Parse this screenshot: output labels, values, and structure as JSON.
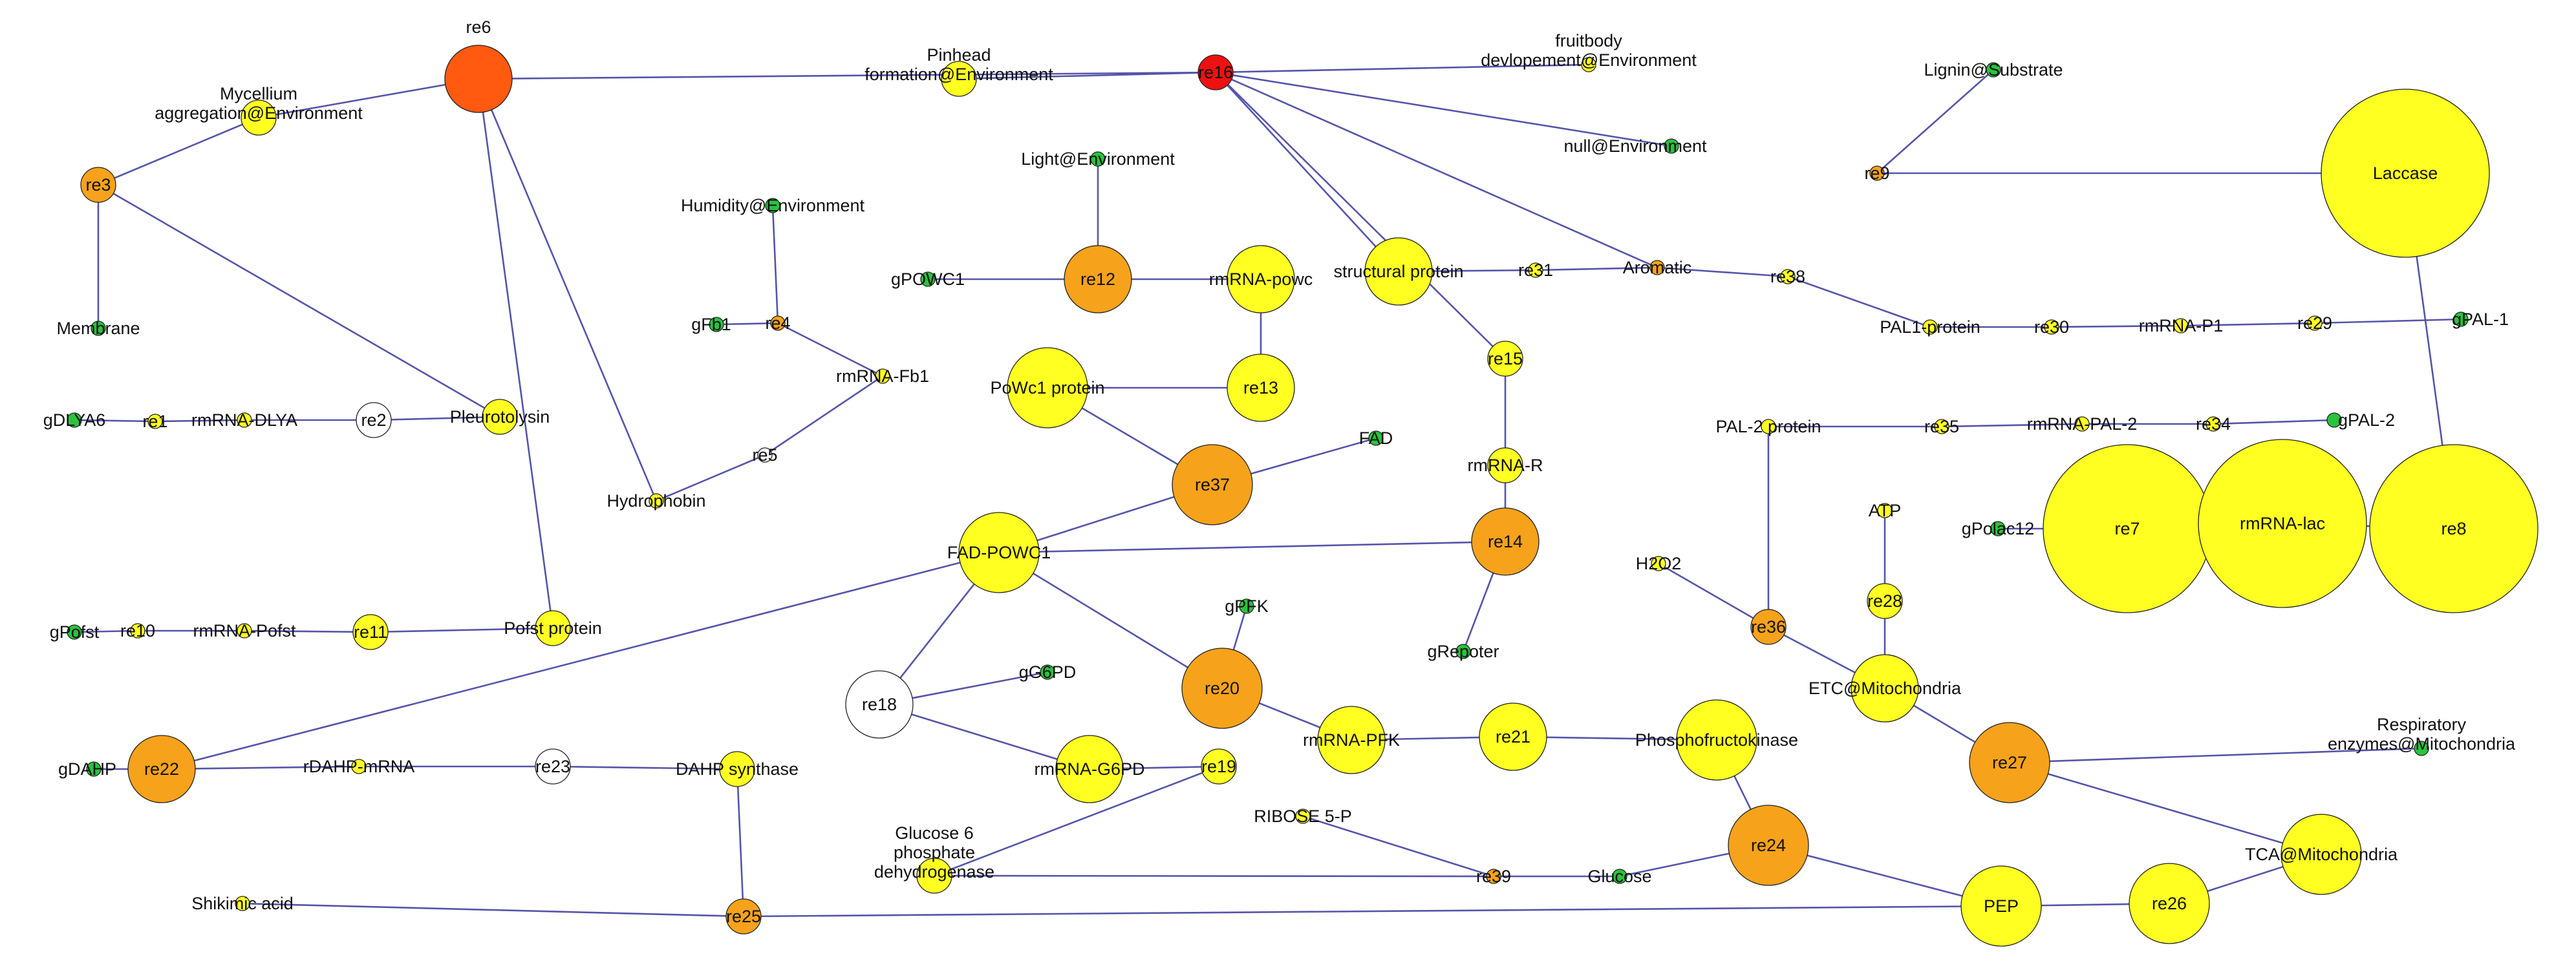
{
  "colors": {
    "edge": "#5555aa",
    "red": "#ee1111",
    "red_orange": "#ff5a10",
    "orange": "#f7a21b",
    "yellow": "#ffff22",
    "green": "#29c33c",
    "white": "#ffffff"
  },
  "nodes": [
    {
      "id": "re6",
      "label": "re6",
      "color": "red_orange",
      "size": "medium"
    },
    {
      "id": "re16",
      "label": "re16",
      "color": "red",
      "size": "small"
    },
    {
      "id": "re3",
      "label": "re3",
      "color": "orange",
      "size": "small"
    },
    {
      "id": "mycelium",
      "label": "Mycellium\naggregation@Environment",
      "color": "yellow",
      "size": "small"
    },
    {
      "id": "pinhead",
      "label": "Pinhead\nformation@Environment",
      "color": "yellow",
      "size": "small"
    },
    {
      "id": "fruitbody",
      "label": "fruitbody\ndevlopement@Environment",
      "color": "yellow",
      "size": "tiny"
    },
    {
      "id": "null_env",
      "label": "null@Environment",
      "color": "green",
      "size": "tiny"
    },
    {
      "id": "lignin",
      "label": "Lignin@Substrate",
      "color": "green",
      "size": "tiny"
    },
    {
      "id": "re9",
      "label": "re9",
      "color": "orange",
      "size": "tiny"
    },
    {
      "id": "laccase",
      "label": "Laccase",
      "color": "yellow",
      "size": "huge"
    },
    {
      "id": "membrane",
      "label": "Membrane",
      "color": "green",
      "size": "tiny"
    },
    {
      "id": "light",
      "label": "Light@Environment",
      "color": "green",
      "size": "tiny"
    },
    {
      "id": "humidity",
      "label": "Humidity@Environment",
      "color": "green",
      "size": "tiny"
    },
    {
      "id": "gpowc1",
      "label": "gPOWC1",
      "color": "green",
      "size": "tiny"
    },
    {
      "id": "re12",
      "label": "re12",
      "color": "orange",
      "size": "medium"
    },
    {
      "id": "rmrna_powc",
      "label": "rmRNA-powc",
      "color": "yellow",
      "size": "medium"
    },
    {
      "id": "structural",
      "label": "structural protein",
      "color": "yellow",
      "size": "medium"
    },
    {
      "id": "re31",
      "label": "re31",
      "color": "yellow",
      "size": "tiny"
    },
    {
      "id": "aromatic",
      "label": "Aromatic",
      "color": "orange",
      "size": "tiny"
    },
    {
      "id": "re38",
      "label": "re38",
      "color": "yellow",
      "size": "tiny"
    },
    {
      "id": "pal1",
      "label": "PAL1-protein",
      "color": "yellow",
      "size": "tiny"
    },
    {
      "id": "re30",
      "label": "re30",
      "color": "yellow",
      "size": "tiny"
    },
    {
      "id": "rmrna_p1",
      "label": "rmRNA-P1",
      "color": "yellow",
      "size": "tiny"
    },
    {
      "id": "re29",
      "label": "re29",
      "color": "yellow",
      "size": "tiny"
    },
    {
      "id": "gpal1",
      "label": "gPAL-1",
      "color": "green",
      "size": "tiny"
    },
    {
      "id": "gfb1",
      "label": "gFb1",
      "color": "green",
      "size": "tiny"
    },
    {
      "id": "re4",
      "label": "re4",
      "color": "orange",
      "size": "tiny"
    },
    {
      "id": "rmrna_fb1",
      "label": "rmRNA-Fb1",
      "color": "yellow",
      "size": "tiny"
    },
    {
      "id": "re5",
      "label": "re5",
      "color": "white",
      "size": "tiny"
    },
    {
      "id": "hydrophobin",
      "label": "Hydrophobin",
      "color": "yellow",
      "size": "tiny"
    },
    {
      "id": "gdlya6",
      "label": "gDLYA6",
      "color": "green",
      "size": "tiny"
    },
    {
      "id": "re1",
      "label": "re1",
      "color": "yellow",
      "size": "tiny"
    },
    {
      "id": "rmrna_dlya",
      "label": "rmRNA-DLYA",
      "color": "yellow",
      "size": "tiny"
    },
    {
      "id": "re2",
      "label": "re2",
      "color": "white",
      "size": "small"
    },
    {
      "id": "pleurotolysin",
      "label": "Pleurotolysin",
      "color": "yellow",
      "size": "small"
    },
    {
      "id": "powc1_protein",
      "label": "PoWc1 protein",
      "color": "yellow",
      "size": "large"
    },
    {
      "id": "re13",
      "label": "re13",
      "color": "yellow",
      "size": "medium"
    },
    {
      "id": "re15",
      "label": "re15",
      "color": "yellow",
      "size": "small"
    },
    {
      "id": "rmrna_r",
      "label": "rmRNA-R",
      "color": "yellow",
      "size": "small"
    },
    {
      "id": "re37",
      "label": "re37",
      "color": "orange",
      "size": "large"
    },
    {
      "id": "fad",
      "label": "FAD",
      "color": "green",
      "size": "tiny"
    },
    {
      "id": "fad_powc1",
      "label": "FAD-POWC1",
      "color": "yellow",
      "size": "large"
    },
    {
      "id": "re14",
      "label": "re14",
      "color": "orange",
      "size": "medium"
    },
    {
      "id": "pal2",
      "label": "PAL-2 protein",
      "color": "yellow",
      "size": "tiny"
    },
    {
      "id": "re35",
      "label": "re35",
      "color": "yellow",
      "size": "tiny"
    },
    {
      "id": "rmrna_pal2",
      "label": "rmRNA-PAL-2",
      "color": "yellow",
      "size": "tiny"
    },
    {
      "id": "re34",
      "label": "re34",
      "color": "yellow",
      "size": "tiny"
    },
    {
      "id": "gpal2",
      "label": "gPAL-2",
      "color": "green",
      "size": "tiny"
    },
    {
      "id": "gpolac12",
      "label": "gPolac12",
      "color": "green",
      "size": "tiny"
    },
    {
      "id": "re7",
      "label": "re7",
      "color": "yellow",
      "size": "huge"
    },
    {
      "id": "rmrna_lac",
      "label": "rmRNA-lac",
      "color": "yellow",
      "size": "huge"
    },
    {
      "id": "re8",
      "label": "re8",
      "color": "yellow",
      "size": "huge"
    },
    {
      "id": "atp",
      "label": "ATP",
      "color": "yellow",
      "size": "tiny"
    },
    {
      "id": "h2o2",
      "label": "H2O2",
      "color": "yellow",
      "size": "tiny"
    },
    {
      "id": "re28",
      "label": "re28",
      "color": "yellow",
      "size": "small"
    },
    {
      "id": "re36",
      "label": "re36",
      "color": "orange",
      "size": "small"
    },
    {
      "id": "etc",
      "label": "ETC@Mitochondria",
      "color": "yellow",
      "size": "medium"
    },
    {
      "id": "gpofst",
      "label": "gPofst",
      "color": "green",
      "size": "tiny"
    },
    {
      "id": "re10",
      "label": "re10",
      "color": "yellow",
      "size": "tiny"
    },
    {
      "id": "rmrna_pofst",
      "label": "rmRNA-Pofst",
      "color": "yellow",
      "size": "tiny"
    },
    {
      "id": "re11",
      "label": "re11",
      "color": "yellow",
      "size": "small"
    },
    {
      "id": "pofst_protein",
      "label": "Pofst protein",
      "color": "yellow",
      "size": "small"
    },
    {
      "id": "gpfk",
      "label": "gPFK",
      "color": "green",
      "size": "tiny"
    },
    {
      "id": "greporter",
      "label": "gRepoter",
      "color": "green",
      "size": "tiny"
    },
    {
      "id": "g6pd_gene",
      "label": "gG6PD",
      "color": "green",
      "size": "tiny"
    },
    {
      "id": "re18",
      "label": "re18",
      "color": "white",
      "size": "medium"
    },
    {
      "id": "re20",
      "label": "re20",
      "color": "orange",
      "size": "large"
    },
    {
      "id": "rmrna_pfk",
      "label": "rmRNA-PFK",
      "color": "yellow",
      "size": "medium"
    },
    {
      "id": "re21",
      "label": "re21",
      "color": "yellow",
      "size": "medium"
    },
    {
      "id": "pfk",
      "label": "Phosphofructokinase",
      "color": "yellow",
      "size": "large"
    },
    {
      "id": "re27",
      "label": "re27",
      "color": "orange",
      "size": "large"
    },
    {
      "id": "resp_enz",
      "label": "Respiratory\nenzymes@Mitochondria",
      "color": "green",
      "size": "tiny"
    },
    {
      "id": "gdahp",
      "label": "gDAHP",
      "color": "green",
      "size": "tiny"
    },
    {
      "id": "re22",
      "label": "re22",
      "color": "orange",
      "size": "medium"
    },
    {
      "id": "rdahp",
      "label": "rDAHP-mRNA",
      "color": "yellow",
      "size": "tiny"
    },
    {
      "id": "re23",
      "label": "re23",
      "color": "white",
      "size": "small"
    },
    {
      "id": "dahp_synth",
      "label": "DAHP synthase",
      "color": "yellow",
      "size": "small"
    },
    {
      "id": "rmrna_g6pd",
      "label": "rmRNA-G6PD",
      "color": "yellow",
      "size": "medium"
    },
    {
      "id": "re19",
      "label": "re19",
      "color": "yellow",
      "size": "small"
    },
    {
      "id": "ribose",
      "label": "RIBOSE 5-P",
      "color": "yellow",
      "size": "tiny"
    },
    {
      "id": "g6p_dh",
      "label": "Glucose 6\nphosphate\ndehydrogenase",
      "color": "yellow",
      "size": "small"
    },
    {
      "id": "re39",
      "label": "re39",
      "color": "orange",
      "size": "tiny"
    },
    {
      "id": "glucose",
      "label": "Glucose",
      "color": "green",
      "size": "tiny"
    },
    {
      "id": "re24",
      "label": "re24",
      "color": "orange",
      "size": "large"
    },
    {
      "id": "tca",
      "label": "TCA@Mitochondria",
      "color": "yellow",
      "size": "large"
    },
    {
      "id": "shikimic",
      "label": "Shikimic acid",
      "color": "yellow",
      "size": "tiny"
    },
    {
      "id": "re25",
      "label": "re25",
      "color": "orange",
      "size": "small"
    },
    {
      "id": "pep",
      "label": "PEP",
      "color": "yellow",
      "size": "large"
    },
    {
      "id": "re26",
      "label": "re26",
      "color": "yellow",
      "size": "large"
    }
  ],
  "edges": [
    [
      "re6",
      "mycelium"
    ],
    [
      "re6",
      "re16"
    ],
    [
      "re6",
      "hydrophobin"
    ],
    [
      "re6",
      "pofst_protein"
    ],
    [
      "re16",
      "pinhead"
    ],
    [
      "re16",
      "fruitbody"
    ],
    [
      "re16",
      "null_env"
    ],
    [
      "re16",
      "structural"
    ],
    [
      "re16",
      "aromatic"
    ],
    [
      "re16",
      "re15"
    ],
    [
      "re3",
      "mycelium"
    ],
    [
      "re3",
      "membrane"
    ],
    [
      "re3",
      "pleurotolysin"
    ],
    [
      "re9",
      "lignin"
    ],
    [
      "re9",
      "laccase"
    ],
    [
      "laccase",
      "re8"
    ],
    [
      "light",
      "re12"
    ],
    [
      "gpowc1",
      "re12"
    ],
    [
      "re12",
      "rmrna_powc"
    ],
    [
      "rmrna_powc",
      "re13"
    ],
    [
      "powc1_protein",
      "re13"
    ],
    [
      "powc1_protein",
      "re37"
    ],
    [
      "re37",
      "fad"
    ],
    [
      "re37",
      "fad_powc1"
    ],
    [
      "structural",
      "re31"
    ],
    [
      "re31",
      "aromatic"
    ],
    [
      "aromatic",
      "re38"
    ],
    [
      "re38",
      "pal1"
    ],
    [
      "pal1",
      "re30"
    ],
    [
      "re30",
      "rmrna_p1"
    ],
    [
      "rmrna_p1",
      "re29"
    ],
    [
      "re29",
      "gpal1"
    ],
    [
      "re15",
      "rmrna_r"
    ],
    [
      "rmrna_r",
      "re14"
    ],
    [
      "fad_powc1",
      "re14"
    ],
    [
      "re14",
      "greporter"
    ],
    [
      "humidity",
      "re4"
    ],
    [
      "gfb1",
      "re4"
    ],
    [
      "re4",
      "rmrna_fb1"
    ],
    [
      "rmrna_fb1",
      "re5"
    ],
    [
      "re5",
      "hydrophobin"
    ],
    [
      "gdlya6",
      "re1"
    ],
    [
      "re1",
      "rmrna_dlya"
    ],
    [
      "rmrna_dlya",
      "re2"
    ],
    [
      "re2",
      "pleurotolysin"
    ],
    [
      "pal2",
      "re35"
    ],
    [
      "re35",
      "rmrna_pal2"
    ],
    [
      "rmrna_pal2",
      "re34"
    ],
    [
      "re34",
      "gpal2"
    ],
    [
      "pal2",
      "re36"
    ],
    [
      "gpolac12",
      "re7"
    ],
    [
      "re7",
      "rmrna_lac"
    ],
    [
      "rmrna_lac",
      "re8"
    ],
    [
      "atp",
      "re28"
    ],
    [
      "re28",
      "etc"
    ],
    [
      "h2o2",
      "re36"
    ],
    [
      "re36",
      "etc"
    ],
    [
      "etc",
      "re27"
    ],
    [
      "re27",
      "resp_enz"
    ],
    [
      "re27",
      "tca"
    ],
    [
      "gpofst",
      "re10"
    ],
    [
      "re10",
      "rmrna_pofst"
    ],
    [
      "rmrna_pofst",
      "re11"
    ],
    [
      "re11",
      "pofst_protein"
    ],
    [
      "fad_powc1",
      "re22"
    ],
    [
      "fad_powc1",
      "re18"
    ],
    [
      "fad_powc1",
      "re20"
    ],
    [
      "re18",
      "g6pd_gene"
    ],
    [
      "re18",
      "rmrna_g6pd"
    ],
    [
      "rmrna_g6pd",
      "re19"
    ],
    [
      "re19",
      "g6p_dh"
    ],
    [
      "gpfk",
      "re20"
    ],
    [
      "re20",
      "rmrna_pfk"
    ],
    [
      "rmrna_pfk",
      "re21"
    ],
    [
      "re21",
      "pfk"
    ],
    [
      "pfk",
      "re24"
    ],
    [
      "gdahp",
      "re22"
    ],
    [
      "re22",
      "rdahp"
    ],
    [
      "rdahp",
      "re23"
    ],
    [
      "re23",
      "dahp_synth"
    ],
    [
      "dahp_synth",
      "re25"
    ],
    [
      "ribose",
      "re39"
    ],
    [
      "g6p_dh",
      "re39"
    ],
    [
      "re39",
      "glucose"
    ],
    [
      "glucose",
      "re24"
    ],
    [
      "re24",
      "pep"
    ],
    [
      "shikimic",
      "re25"
    ],
    [
      "re25",
      "pep"
    ],
    [
      "pep",
      "re26"
    ],
    [
      "re26",
      "tca"
    ]
  ]
}
